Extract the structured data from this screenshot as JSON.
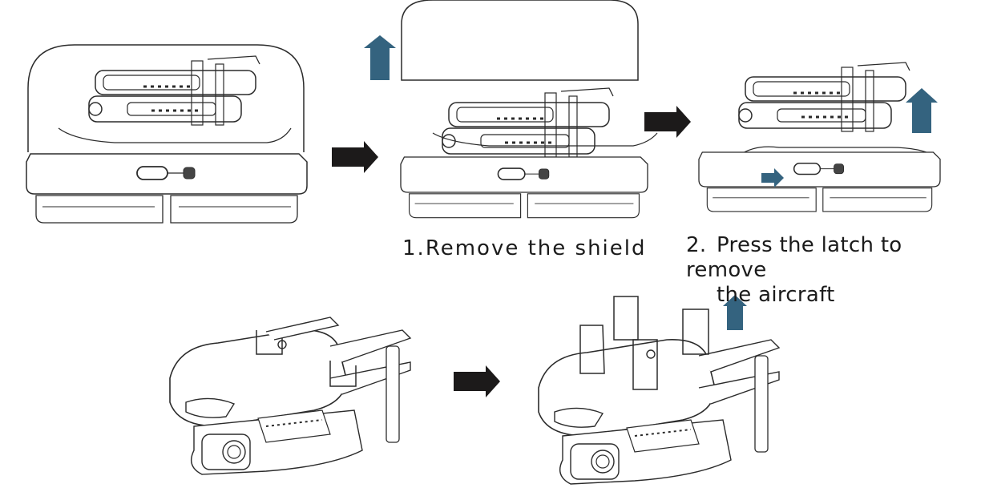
{
  "steps": [
    {
      "number": "1.",
      "text": "Remove the shield"
    },
    {
      "number": "2.",
      "text": "Press the latch to remove",
      "text_line2": "the aircraft"
    }
  ],
  "colors": {
    "lift_arrow": "#34637f",
    "step_arrow": "#1c1a1a",
    "outline": "#2b2b2b"
  },
  "icons": [
    "up-arrow-icon",
    "right-arrow-icon"
  ]
}
